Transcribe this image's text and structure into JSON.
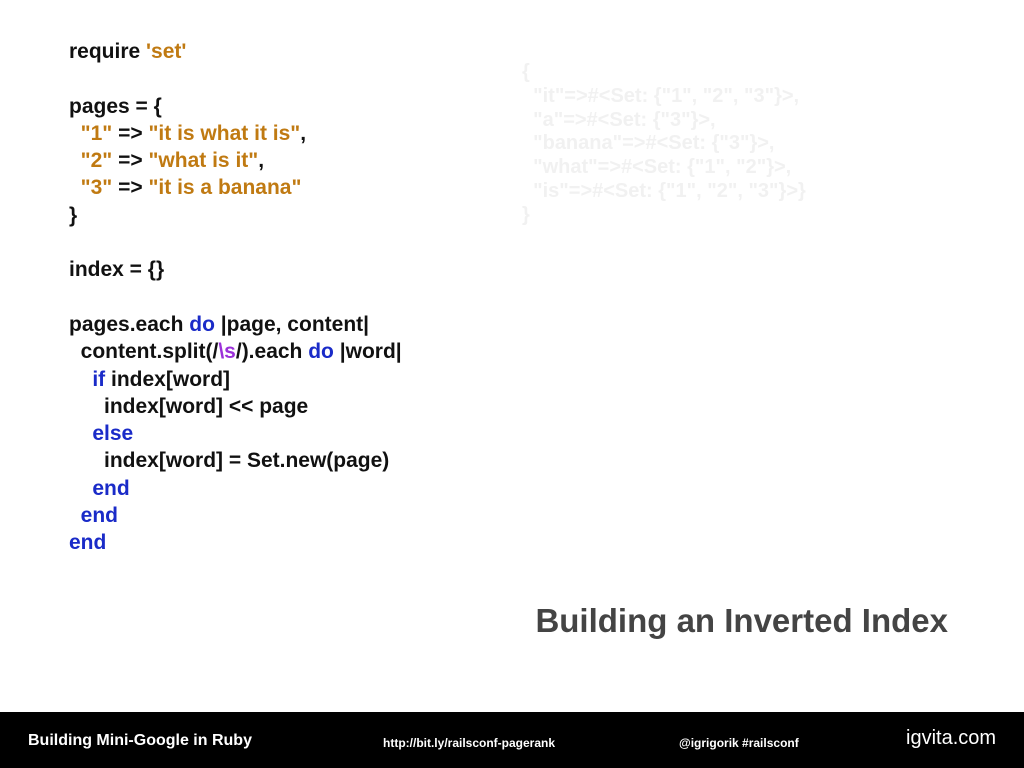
{
  "code": {
    "require": "require",
    "set_str": "'set'",
    "pages_open": "pages = {",
    "indent": "  ",
    "k1": "\"1\"",
    "k2": "\"2\"",
    "k3": "\"3\"",
    "arrow": " => ",
    "v1": "\"it is what it is\"",
    "v2": "\"what is it\"",
    "v3": "\"it is a banana\"",
    "comma": ",",
    "close_brace": "}",
    "index_init": "index = {}",
    "each_start": "pages.each",
    "do_kw": "do",
    "block_params_page": "|page, content|",
    "split_start": "content.split(/",
    "regex": "\\s",
    "split_end": "/).each",
    "block_params_word": "|word|",
    "if_kw": "if",
    "if_cond": "index[word]",
    "push_line": "index[word] << page",
    "else_kw": "else",
    "assign_line": "index[word] = Set.new(page)",
    "end_kw": "end"
  },
  "output": {
    "lines": [
      "{",
      "  \"it\"=>#<Set: {\"1\", \"2\", \"3\"}>,",
      "  \"a\"=>#<Set: {\"3\"}>,",
      "  \"banana\"=>#<Set: {\"3\"}>,",
      "  \"what\"=>#<Set: {\"1\", \"2\"}>,",
      "  \"is\"=>#<Set: {\"1\", \"2\", \"3\"}>}",
      "}"
    ]
  },
  "slide": {
    "title": "Building an Inverted Index"
  },
  "footer": {
    "left": "Building Mini-Google in Ruby",
    "link": "http://bit.ly/railsconf-pagerank",
    "handle": "@igrigorik #railsconf",
    "brand": "igvita.com"
  },
  "colors": {
    "keyword": "#1a2bc8",
    "string": "#c07a12",
    "regex": "#9b30d9",
    "text": "#111111",
    "ghost": "#f1f1f1",
    "title": "#444444",
    "footer_bg": "#000000"
  }
}
